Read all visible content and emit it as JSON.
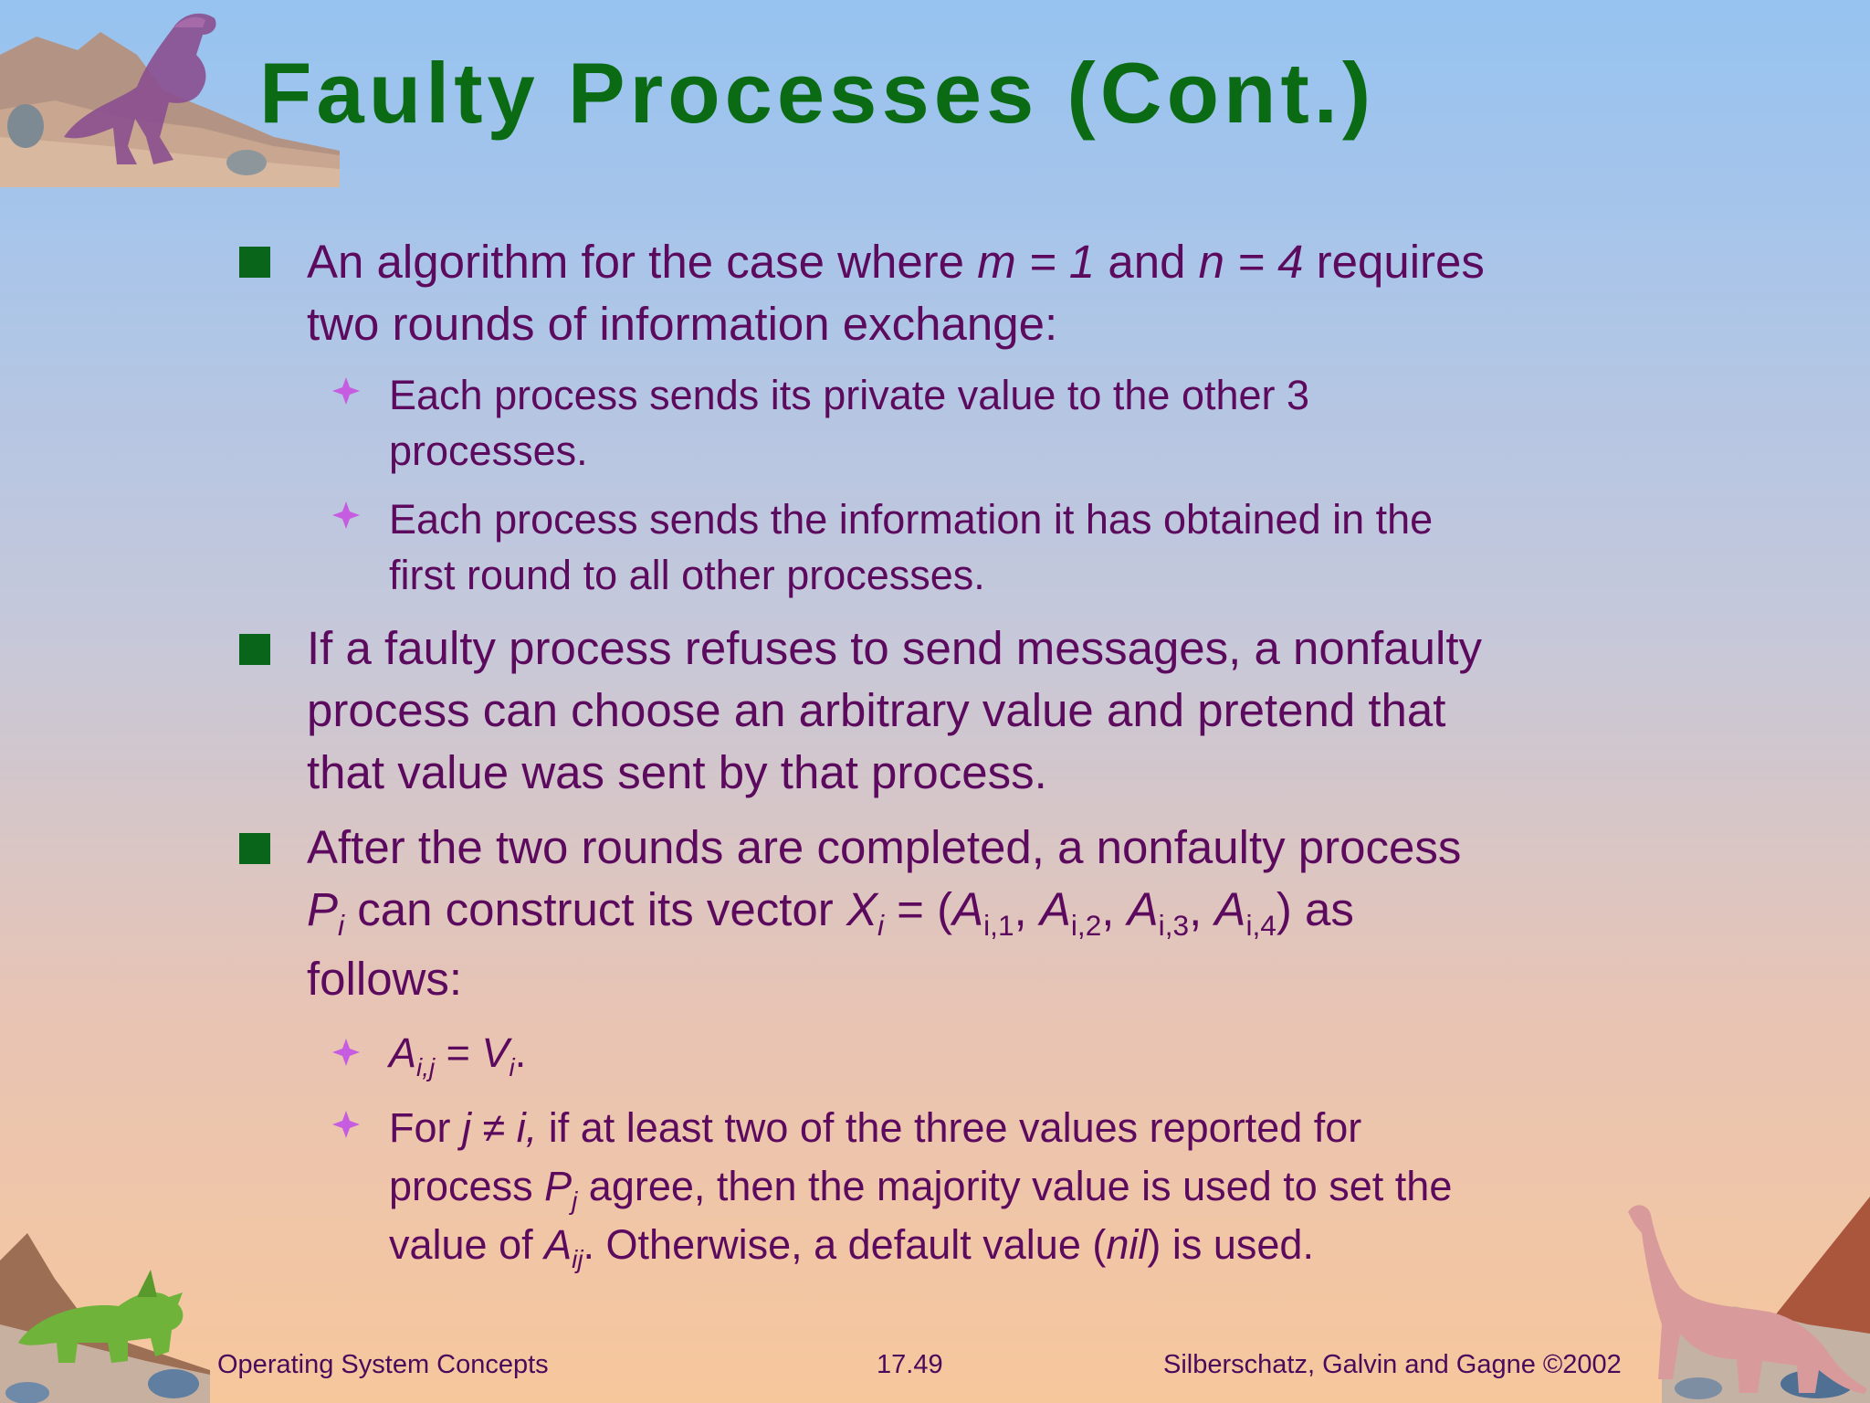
{
  "slide": {
    "title": "Faulty Processes (Cont.)"
  },
  "bullets": [
    {
      "lines": [
        "An algorithm for the case where m = 1 and n = 4 requires",
        "two rounds of information exchange:"
      ]
    },
    {
      "lines": [
        "Each process sends its private value to the other 3",
        "processes."
      ]
    },
    {
      "lines": [
        "Each process sends the information it has obtained in the",
        "first round to all other processes."
      ]
    },
    {
      "lines": [
        "If a faulty process refuses to send messages, a nonfaulty",
        "process can choose an arbitrary value and pretend that",
        "that value was sent by that process."
      ]
    },
    {
      "lines": [
        "After the two rounds are completed, a nonfaulty process",
        "Pi can construct its vector Xi = (Ai,1, Ai,2, Ai,3, Ai,4) as",
        "follows:"
      ]
    },
    {
      "lines": [
        "Ai,j = Vi."
      ]
    },
    {
      "lines": [
        "For j ≠ i, if at least two of the three values reported for",
        "process Pj agree, then the majority value is used to set the",
        "value of Aij.  Otherwise, a default value (nil) is used."
      ]
    }
  ],
  "math_tokens": {
    "eq_m": "m = 1",
    "eq_n": "n = 4",
    "P": "P",
    "X": "X",
    "A": "A",
    "V": "V",
    "i": "i",
    "j": "j",
    "ij": "ij",
    "ij_comma": "i,j",
    "i1": "i,1",
    "i2": "i,2",
    "i3": "i,3",
    "i4": "i,4",
    "neq": "≠",
    "nil": "nil"
  },
  "footer": {
    "left": "Operating System Concepts",
    "center": "17.49",
    "right": "Silberschatz, Galvin and  Gagne ©2002"
  },
  "colors": {
    "title": "#0b6b14",
    "body_text": "#5c0a5e",
    "bullet_square": "#08651a",
    "bullet_star": "#c65ce0"
  },
  "icons": {
    "level1_bullet": "green-square-icon",
    "level2_bullet": "four-point-star-icon"
  }
}
